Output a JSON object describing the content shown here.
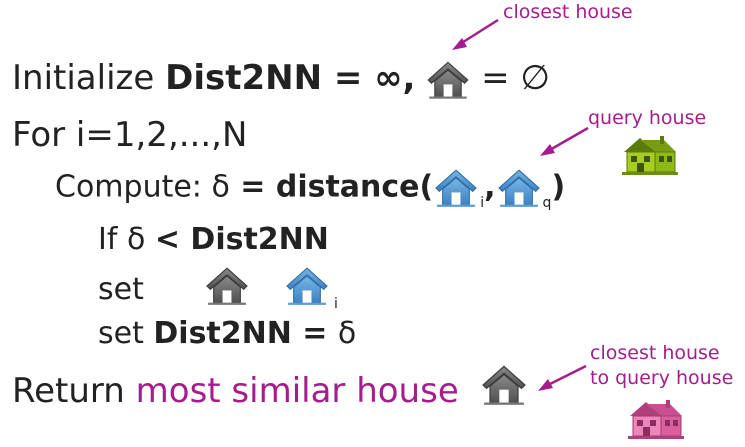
{
  "annotations": {
    "closest_house": "closest house",
    "query_house": "query house",
    "closest_to_query_line1": "closest house",
    "closest_to_query_line2": "to query house"
  },
  "algorithm": {
    "line1": {
      "prefix": "Initialize ",
      "var": "Dist2NN",
      "eq": " = ∞,",
      "eq2": " = ∅"
    },
    "line2": {
      "text": "For i=1,2,...,N"
    },
    "line3": {
      "prefix": "Compute: δ",
      "eq": " = distance(",
      "sub_i": "i",
      "comma": ",",
      "sub_q": "q",
      "close": ")"
    },
    "line4": {
      "prefix": "If δ ",
      "cond": "< Dist2NN"
    },
    "line5": {
      "prefix": "set",
      "sub_i": "i"
    },
    "line6": {
      "prefix": "set ",
      "var": "Dist2NN = ",
      "delta": "δ"
    },
    "line7": {
      "prefix": "Return ",
      "highlight": "most similar house"
    }
  },
  "icons": {
    "closest": "house-gray-icon",
    "data": "house-blue-icon",
    "query": "house-green-icon",
    "result": "house-pink-icon"
  },
  "colors": {
    "accent": "#a51d8c",
    "house_gray": "#5c5c5c",
    "house_blue": "#4a90d0",
    "house_green": "#8cb818",
    "house_pink": "#d8609e"
  }
}
